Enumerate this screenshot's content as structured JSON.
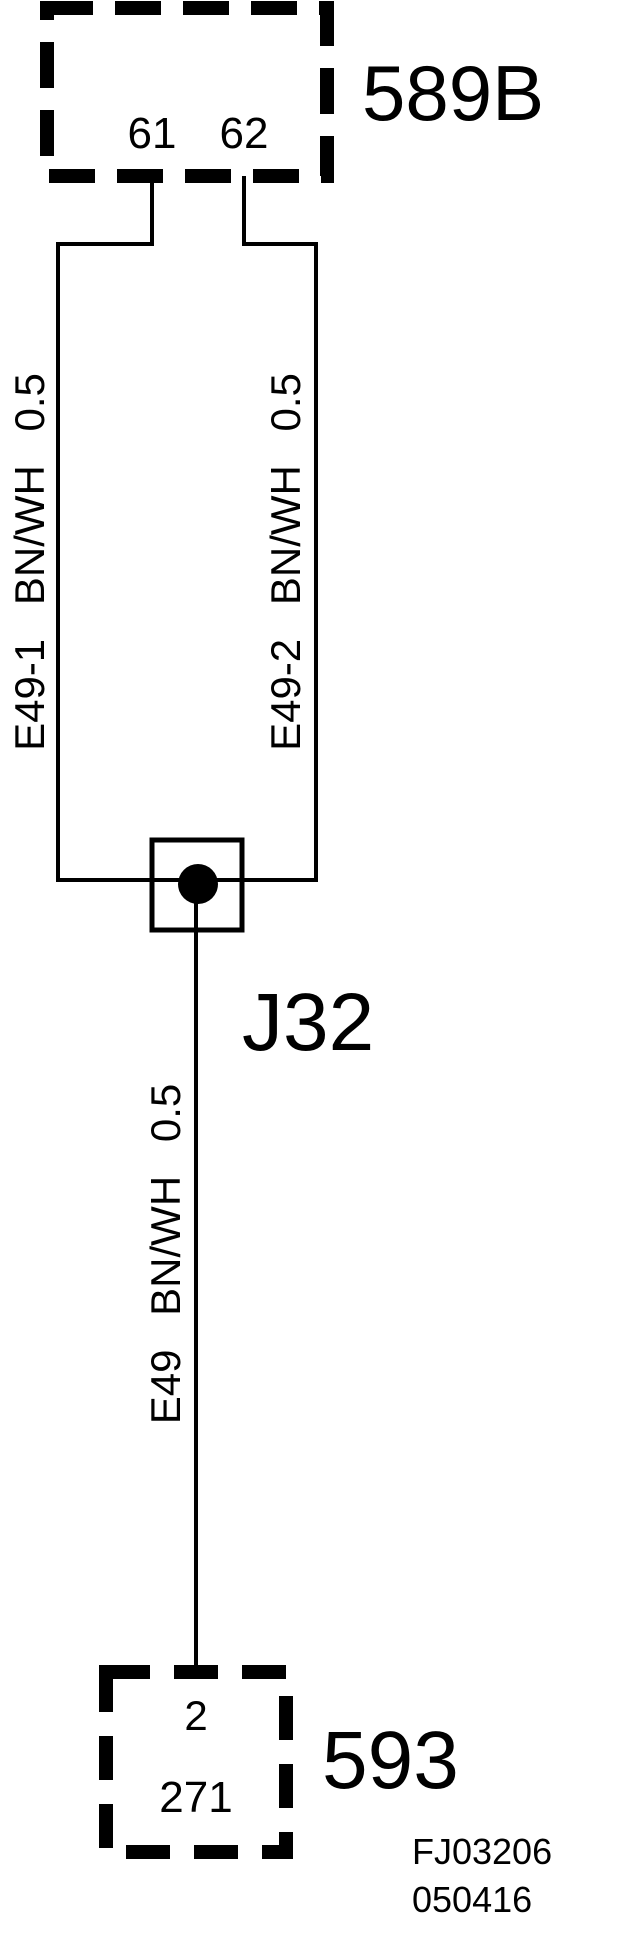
{
  "connectors": {
    "top": {
      "id": "589B",
      "pins": [
        "61",
        "62"
      ]
    },
    "bottom": {
      "id": "593",
      "pin": "2",
      "cavity": "271"
    }
  },
  "splice": {
    "id": "J32"
  },
  "wires": {
    "left": {
      "circuit": "E49-1",
      "color": "BN/WH",
      "gauge": "0.5"
    },
    "right": {
      "circuit": "E49-2",
      "color": "BN/WH",
      "gauge": "0.5"
    },
    "bottom": {
      "circuit": "E49",
      "color": "BN/WH",
      "gauge": "0.5"
    }
  },
  "reference": {
    "code": "FJ03206",
    "date": "050416"
  },
  "colors": {
    "line": "#000000",
    "background": "#ffffff"
  }
}
